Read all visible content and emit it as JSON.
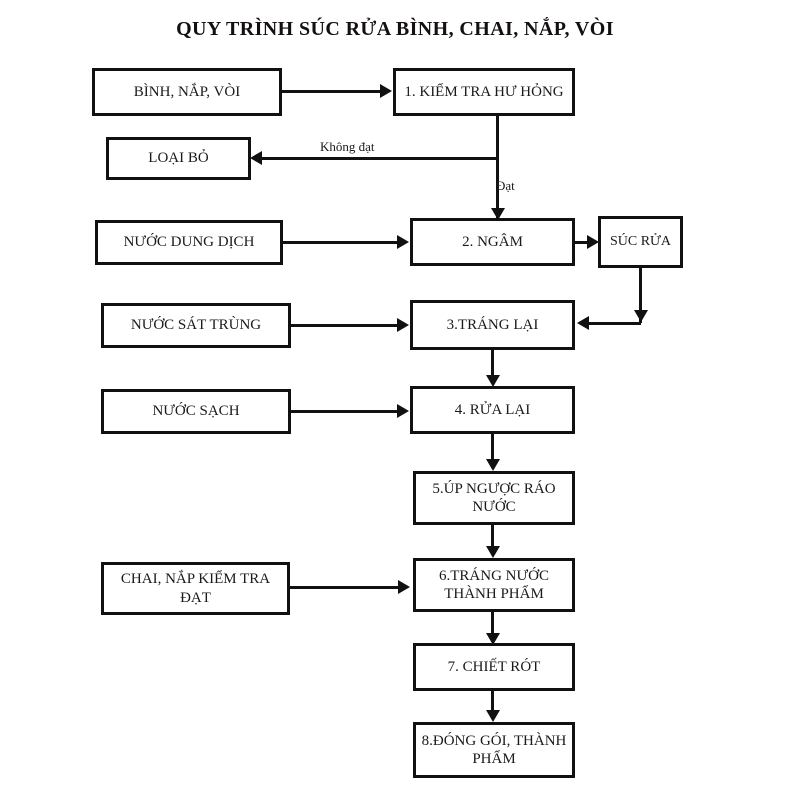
{
  "diagram": {
    "title": "QUY TRÌNH SÚC RỬA BÌNH, CHAI, NẮP, VÒI",
    "nodes": {
      "input_bottles": "BÌNH, NẮP, VÒI",
      "step1": "1. KIỂM TRA HƯ HỎNG",
      "reject": "LOẠI BỎ",
      "input_solution": "NƯỚC DUNG DỊCH",
      "step2": "2. NGÂM",
      "rinse_side": "SÚC RỬA",
      "input_sanitizer": "NƯỚC SÁT TRÙNG",
      "step3": "3.TRÁNG LẠI",
      "input_clean_water": "NƯỚC SẠCH",
      "step4": "4. RỬA LẠI",
      "step5_line1": "5.ÚP NGƯỢC RÁO",
      "step5_line2": "NƯỚC",
      "input_checked_caps_line1": "CHAI, NẮP KIỂM TRA",
      "input_checked_caps_line2": "ĐẠT",
      "step6_line1": "6.TRÁNG NƯỚC",
      "step6_line2": "THÀNH PHẨM",
      "step7": "7. CHIẾT RÓT",
      "step8_line1": "8.ĐÓNG GÓI, THÀNH",
      "step8_line2": "PHẨM"
    },
    "edge_labels": {
      "fail": "Không đạt",
      "pass": "Đạt"
    },
    "colors": {
      "stroke": "#111111",
      "text": "#1a1a1a",
      "background": "#ffffff"
    }
  }
}
